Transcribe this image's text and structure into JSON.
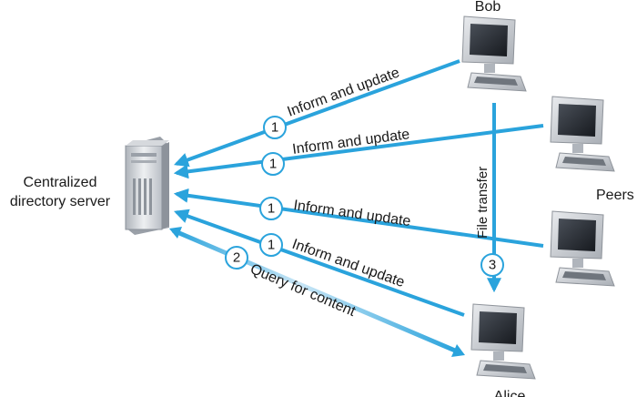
{
  "nodes": {
    "server_label_line1": "Centralized",
    "server_label_line2": "directory server",
    "bob_label": "Bob",
    "peers_label": "Peers",
    "alice_label": "Alice"
  },
  "arrows": {
    "inform_1": "Inform and update",
    "inform_2": "Inform and update",
    "inform_3": "Inform and update",
    "inform_4": "Inform and update",
    "query": "Query for content",
    "file_transfer": "File transfer"
  },
  "steps": {
    "inform_step": "1",
    "query_step": "2",
    "transfer_step": "3"
  },
  "colors": {
    "arrow": "#2aa3dc",
    "arrow_light": "#c9e6f6",
    "monitor_frame": "#c8ccd2",
    "screen": "#2b2f36",
    "server_body": "#dfe2e6"
  }
}
